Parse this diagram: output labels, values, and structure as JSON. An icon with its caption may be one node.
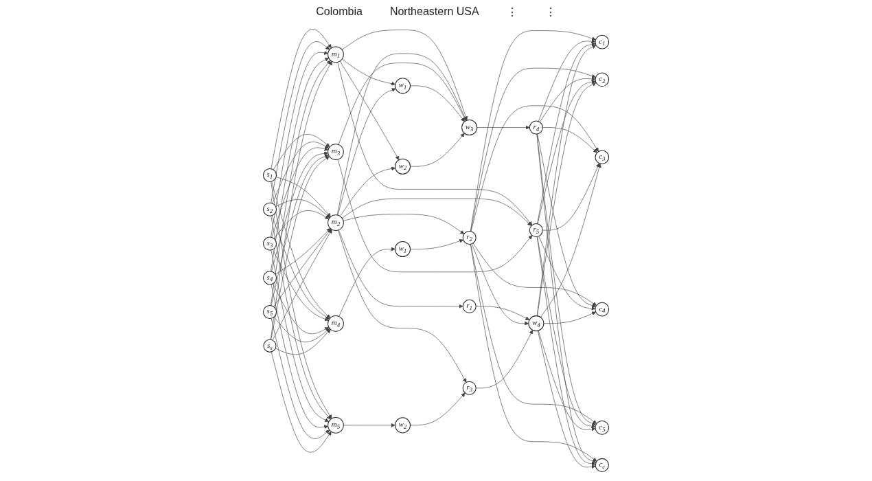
{
  "diagram": {
    "nodes": [
      {
        "text": [
          "s$_{1}$"
        ]
      },
      {
        "text": [
          "s$_{2}$"
        ]
      },
      {
        "text": [
          "s$_{3}$"
        ]
      },
      {
        "text": [
          "s$_{4}$"
        ]
      },
      {
        "text": [
          "s$_{5}$"
        ]
      },
      {
        "text": [
          "s$_{s}$"
        ]
      },
      {
        "text": [
          "m$_{1}$"
        ]
      },
      {
        "text": [
          "m$_{2}$"
        ]
      },
      {
        "text": [
          "m$_{3}$"
        ]
      },
      {
        "text": [
          "m$_{4}$"
        ]
      },
      {
        "text": [
          "m$_{5}$"
        ]
      },
      {
        "text": [
          "w$_{1}$"
        ]
      },
      {
        "text": [
          "w$_{2}$"
        ]
      },
      {
        "text": [
          "w$_{1}$"
        ]
      },
      {
        "text": [
          "w$_{2}$"
        ]
      },
      {
        "text": [
          "r$_{1}$"
        ]
      },
      {
        "text": [
          "r$_{2}$"
        ]
      },
      {
        "text": [
          "r$_{3}$"
        ]
      },
      {
        "text": [
          "w$_{3}$"
        ]
      },
      {
        "text": [
          "r$_{4}$"
        ]
      },
      {
        "text": [
          "r$_{5}$"
        ]
      },
      {
        "text": [
          "w$_{4}$"
        ]
      },
      {
        "text": [
          "c$_{1}$"
        ]
      },
      {
        "text": [
          "c$_{2}$"
        ]
      },
      {
        "text": [
          "c$_{3}$"
        ]
      },
      {
        "text": [
          "c$_{4}$"
        ]
      },
      {
        "text": [
          "c$_{5}$"
        ]
      },
      {
        "text": [
          "c$_{c}$"
        ]
      }
    ],
    "edges": [
      {
        "from": 0,
        "to": 6,
        "arrow": "to"
      },
      {
        "from": 0,
        "to": 7,
        "arrow": "to"
      },
      {
        "from": 0,
        "to": 8,
        "arrow": "to"
      },
      {
        "from": 0,
        "to": 9,
        "arrow": "to"
      },
      {
        "from": 0,
        "to": 10,
        "arrow": "to"
      },
      {
        "from": 1,
        "to": 6,
        "arrow": "to"
      },
      {
        "from": 1,
        "to": 7,
        "arrow": "to"
      },
      {
        "from": 1,
        "to": 8,
        "arrow": "to"
      },
      {
        "from": 1,
        "to": 9,
        "arrow": "to"
      },
      {
        "from": 1,
        "to": 10,
        "arrow": "to"
      },
      {
        "from": 2,
        "to": 6,
        "arrow": "to"
      },
      {
        "from": 2,
        "to": 7,
        "arrow": "to"
      },
      {
        "from": 2,
        "to": 8,
        "arrow": "to"
      },
      {
        "from": 2,
        "to": 9,
        "arrow": "to"
      },
      {
        "from": 2,
        "to": 10,
        "arrow": "to"
      },
      {
        "from": 3,
        "to": 6,
        "arrow": "to"
      },
      {
        "from": 3,
        "to": 7,
        "arrow": "to"
      },
      {
        "from": 3,
        "to": 8,
        "arrow": "to"
      },
      {
        "from": 3,
        "to": 9,
        "arrow": "to"
      },
      {
        "from": 3,
        "to": 10,
        "arrow": "to"
      },
      {
        "from": 4,
        "to": 6,
        "arrow": "to"
      },
      {
        "from": 4,
        "to": 7,
        "arrow": "to"
      },
      {
        "from": 4,
        "to": 8,
        "arrow": "to"
      },
      {
        "from": 4,
        "to": 9,
        "arrow": "to"
      },
      {
        "from": 4,
        "to": 10,
        "arrow": "to"
      },
      {
        "from": 5,
        "to": 6,
        "arrow": "to"
      },
      {
        "from": 5,
        "to": 7,
        "arrow": "to"
      },
      {
        "from": 5,
        "to": 8,
        "arrow": "to"
      },
      {
        "from": 5,
        "to": 9,
        "arrow": "to"
      },
      {
        "from": 5,
        "to": 10,
        "arrow": "to"
      },
      {
        "from": 6,
        "to": 11,
        "arrow": "to"
      },
      {
        "from": 6,
        "to": 12,
        "arrow": "to"
      },
      {
        "from": 6,
        "to": 18,
        "arrow": "to"
      },
      {
        "from": 6,
        "to": 20,
        "arrow": "to"
      },
      {
        "from": 7,
        "to": 11,
        "arrow": "to"
      },
      {
        "from": 7,
        "to": 12,
        "arrow": "to"
      },
      {
        "from": 7,
        "to": 18,
        "arrow": "to"
      },
      {
        "from": 7,
        "to": 20,
        "arrow": "to"
      },
      {
        "from": 7,
        "to": 15,
        "arrow": "to"
      },
      {
        "from": 7,
        "to": 16,
        "arrow": "to"
      },
      {
        "from": 7,
        "to": 17,
        "arrow": "to"
      },
      {
        "from": 8,
        "to": 18,
        "arrow": "to"
      },
      {
        "from": 8,
        "to": 20,
        "arrow": "to"
      },
      {
        "from": 9,
        "to": 13,
        "arrow": "to"
      },
      {
        "from": 10,
        "to": 14,
        "arrow": "to"
      },
      {
        "from": 11,
        "to": 18,
        "arrow": "to"
      },
      {
        "from": 12,
        "to": 18,
        "arrow": "to"
      },
      {
        "from": 13,
        "to": 16,
        "arrow": "to"
      },
      {
        "from": 14,
        "to": 17,
        "arrow": "to"
      },
      {
        "from": 18,
        "to": 19,
        "arrow": "to"
      },
      {
        "from": 15,
        "to": 21,
        "arrow": "to"
      },
      {
        "from": 16,
        "to": 22,
        "arrow": "to"
      },
      {
        "from": 16,
        "to": 23,
        "arrow": "to"
      },
      {
        "from": 16,
        "to": 24,
        "arrow": "to"
      },
      {
        "from": 16,
        "to": 25,
        "arrow": "to"
      },
      {
        "from": 16,
        "to": 26,
        "arrow": "to"
      },
      {
        "from": 16,
        "to": 21,
        "arrow": "to"
      },
      {
        "from": 16,
        "to": 27,
        "arrow": "to"
      },
      {
        "from": 17,
        "to": 21,
        "arrow": "to"
      },
      {
        "from": 19,
        "to": 22,
        "arrow": "to"
      },
      {
        "from": 19,
        "to": 23,
        "arrow": "to"
      },
      {
        "from": 19,
        "to": 24,
        "arrow": "to"
      },
      {
        "from": 19,
        "to": 25,
        "arrow": "to"
      },
      {
        "from": 19,
        "to": 26,
        "arrow": "to"
      },
      {
        "from": 19,
        "to": 27,
        "arrow": "to"
      },
      {
        "from": 20,
        "to": 22,
        "arrow": "to"
      },
      {
        "from": 20,
        "to": 23,
        "arrow": "to"
      },
      {
        "from": 20,
        "to": 24,
        "arrow": "to"
      },
      {
        "from": 20,
        "to": 25,
        "arrow": "to"
      },
      {
        "from": 20,
        "to": 26,
        "arrow": "to"
      },
      {
        "from": 20,
        "to": 27,
        "arrow": "to"
      },
      {
        "from": 21,
        "to": 22,
        "arrow": "to"
      },
      {
        "from": 21,
        "to": 23,
        "arrow": "to"
      },
      {
        "from": 21,
        "to": 24,
        "arrow": "to"
      },
      {
        "from": 21,
        "to": 25,
        "arrow": "to"
      },
      {
        "from": 21,
        "to": 26,
        "arrow": "to"
      },
      {
        "from": 21,
        "to": 27,
        "arrow": "to"
      }
    ],
    "labels": [
      "Colombia",
      "Northeastern USA",
      "⋮",
      "⋮"
    ]
  }
}
